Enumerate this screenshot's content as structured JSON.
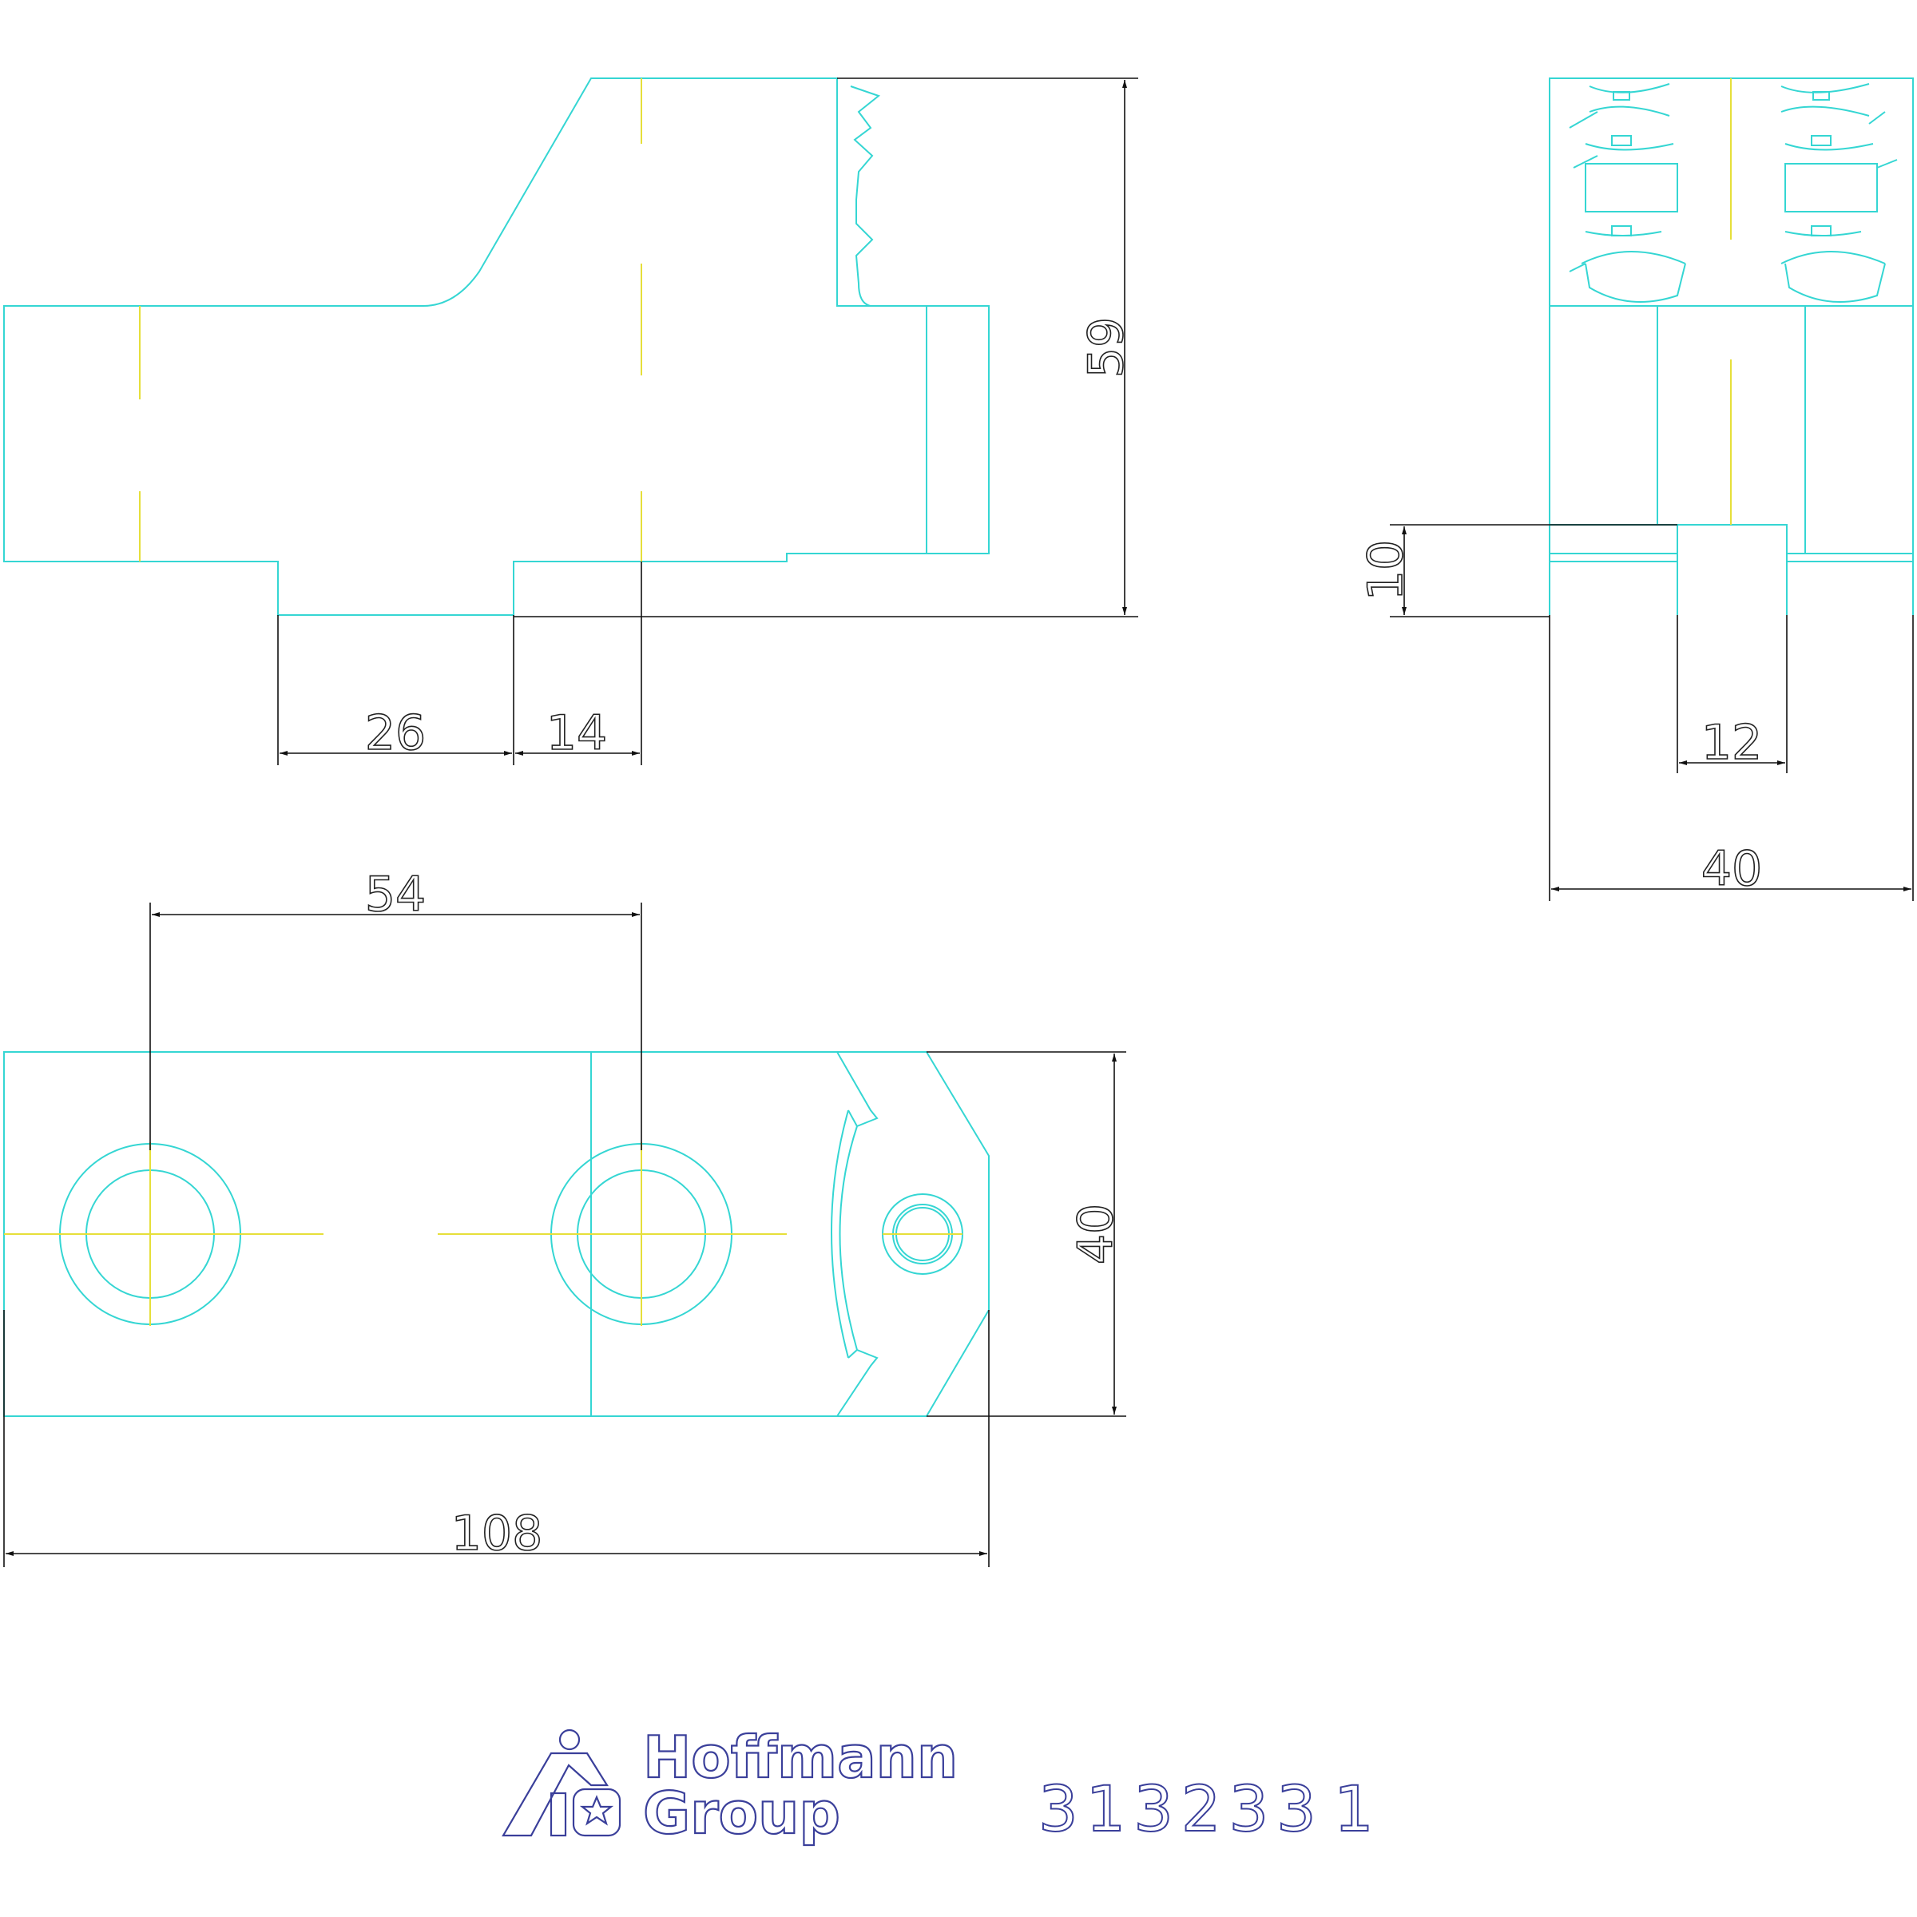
{
  "dimensions": {
    "side_height": "59",
    "step_width": "26",
    "step_offset": "14",
    "slot_height": "10",
    "slot_width": "12",
    "end_width": "40",
    "hole_spacing": "54",
    "plan_width": "40",
    "overall_length": "108"
  },
  "title_block": {
    "brand_line1": "Hoffmann",
    "brand_line2": "Group",
    "part_number": "313233",
    "revision": "1"
  },
  "colors": {
    "geometry": "#35d6d3",
    "centerline": "#e6df3a",
    "dimension": "#111111",
    "logo": "#3a3f9a"
  }
}
